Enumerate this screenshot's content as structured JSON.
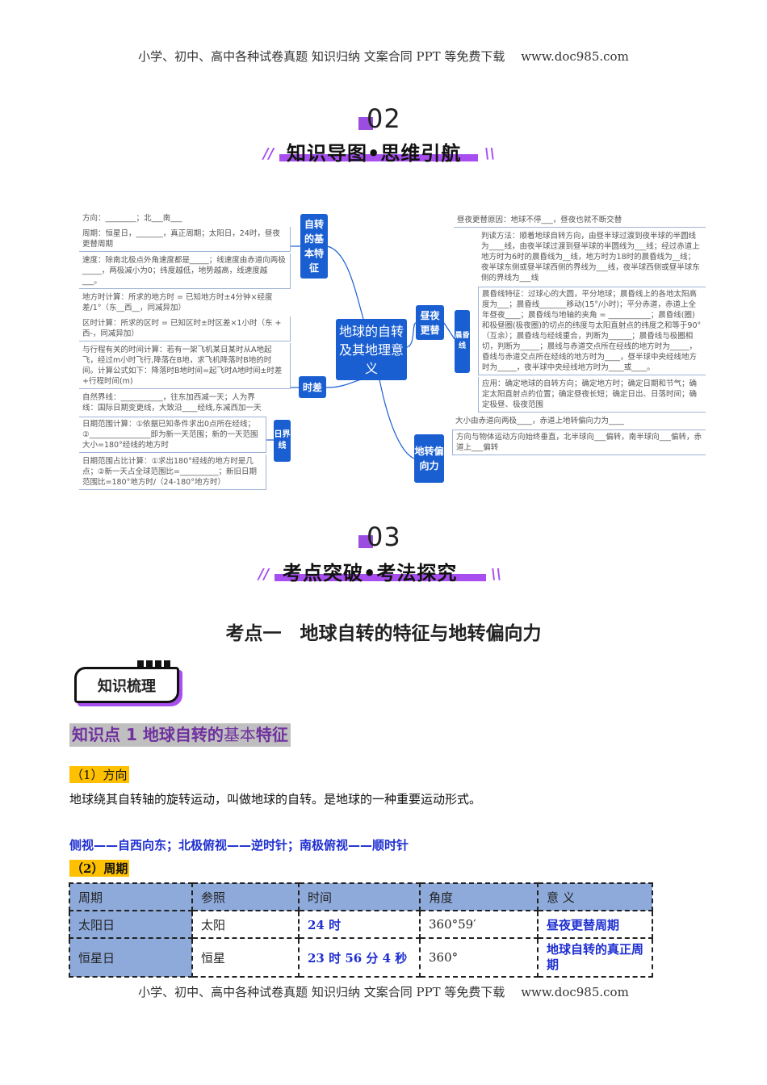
{
  "header": "小学、初中、高中各种试卷真题 知识归纳 文案合同 PPT 等免费下载　 www.doc985.com",
  "footer": "小学、初中、高中各种试卷真题 知识归纳 文案合同 PPT 等免费下载　 www.doc985.com",
  "section02": {
    "num": "02",
    "title": "知识导图•思维引航"
  },
  "mindmap": {
    "center": "地球的自转及其地理意义",
    "left_nodes": {
      "basic": "自转的基本特征",
      "timediff": "时差",
      "dateline": "日界线"
    },
    "right_nodes": {
      "daynight": "昼夜更替",
      "terminator": "晨昏线",
      "coriolis": "地转偏向力"
    },
    "basic_items": [
      "方向：________；北___南___",
      "周期：恒星日，_______，真正周期；太阳日，24时，昼夜更替周期",
      "速度：除南北极点外角速度都是_____；线速度由赤道向两极_____，两极减小为0；纬度越低，地势越高，线速度越___。"
    ],
    "time_items": [
      "地方时计算：所求的地方时 = 已知地方时±4分钟×经度差/1°（东__西__，同减异加）",
      "区时计算：所求的区时 = 已知区时±时区差×1小时（东 + 西-，同减异加）",
      "与行程有关的时间计算：若有一架飞机某日某时从A地起飞，经过m小时飞行,降落在B地，求飞机降落时B地的时间。计算公式如下：降落时B地时间=起飞时A地时间±时差+行程时间(m)",
      "自然界线：___________，往东加西减一天；人为界线：国际日期变更线，大致沿____经线,东减西加一天"
    ],
    "dateline_items": [
      "日期范围计算：①依据已知条件求出0点所在经线；②________________即为新一天范围；新的一天范围大小=180°经线的地方时",
      "日期范围占比计算：①求出180°经线的地方时是几点；②新一天占全球范围比=__________；新旧日期范围比=180°地方时/（24-180°地方时）"
    ],
    "daynight_reason": "昼夜更替原因：地球不停___，昼夜也就不断交替",
    "terminator_items": [
      "判读方法：顺着地球自转方向，由昼半球过渡到夜半球的半圆线为____线，由夜半球过渡到昼半球的半圆线为___线；经过赤道上地方时为6时的晨昏线为__线，地方时为18时的晨昏线为__线；夜半球东侧或昼半球西侧的界线为___线，夜半球西侧或昼半球东侧的界线为___线",
      "晨昏线特征：过球心的大圆，平分地球；晨昏线上的各地太阳高度为___；晨昏线_______移动(15°/小时)；平分赤道，赤道上全年昼夜____；晨昏线与地轴的夹角 = ___________；晨昏线(圈)和极昼圈(极夜圈)的切点的纬度与太阳直射点的纬度之和等于90°（互余）；晨昏线与经线重合，判断为______；晨昏线与极圈相切，判断为_____；晨线与赤道交点所在经线的地方时为_____，昏线与赤道交点所在经线的地方时为____，昼半球中央经线地方时为_____，夜半球中央经线地方时为____或____。",
      "应用：确定地球的自转方向；确定地方时；确定日期和节气；确定太阳直射点的位置；确定昼夜长短；确定日出、日落时间；确定极昼、极夜范围"
    ],
    "coriolis_items": [
      "大小由赤道向两极____，赤道上地转偏向力为____",
      "方向与物体运动方向始终垂直，北半球向___偏转，南半球向___偏转，赤道上___偏转"
    ]
  },
  "section03": {
    "num": "03",
    "title": "考点突破•考法探究"
  },
  "topic_title": "考点一　地球自转的特征与地转偏向力",
  "badge": "知识梳理",
  "kp_title_a": "知识点 1 地球自转的",
  "kp_title_b": "基本",
  "kp_title_c": "特征",
  "sub1": "（1）方向",
  "para1": "地球绕其自转轴的旋转运动，叫做地球的自转。是地球的一种重要运动形式。",
  "blue_line": "侧视——自西向东；北极俯视——逆时针；南极俯视——顺时针",
  "sub2": "（2）周期",
  "table": {
    "headers": [
      "周期",
      "参照",
      "时间",
      "角度",
      "意 义"
    ],
    "rows": [
      [
        "太阳日",
        "太阳",
        "24 时",
        "360°59′",
        "昼夜更替周期"
      ],
      [
        "恒星日",
        "恒星",
        "23 时 56 分 4 秒",
        "360°",
        "地球自转的真正周期"
      ]
    ]
  },
  "colors": {
    "accent": "#a84ef0",
    "node": "#1a5fd1",
    "table_header": "#8eaadb",
    "highlight": "#ffc000",
    "kp_bg": "#bfbfbf",
    "kp_text": "#7030a0",
    "blue_text": "#1f2fd0"
  }
}
